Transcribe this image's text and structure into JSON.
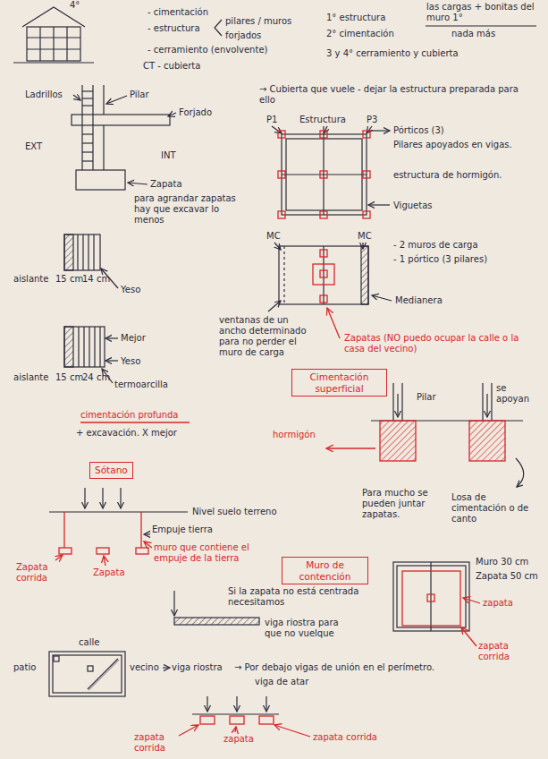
{
  "diagram": {
    "nodes": [
      {
        "text": [
          "Cimentación superficial"
        ]
      },
      {
        "text": [
          "Sótano"
        ]
      },
      {
        "text": [
          "Muro de contención"
        ]
      }
    ],
    "labels": [
      "4°",
      "- cimentación",
      "- estructura",
      "pilares / muros",
      "forjados",
      "- cerramiento (envolvente)",
      "CT - cubierta",
      "1° estructura",
      "2° cimentación",
      "las cargas + bonitas del muro 1°",
      "nada más",
      "3 y 4° cerramiento y cubierta",
      "Ladrillos",
      "Pilar",
      "Forjado",
      "EXT",
      "INT",
      "Zapata",
      "para agrandar zapatas hay que excavar lo menos",
      "aislante",
      "15 cm",
      "14 cm",
      "Yeso",
      "Mejor",
      "Yeso",
      "aislante",
      "15 cm",
      "24 cm",
      "termoarcilla",
      "→ Cubierta que vuele - dejar la estructura preparada para ello",
      "P1",
      "Estructura",
      "P3",
      "Pórticos (3)",
      "Pilares apoyados en vigas.",
      "estructura de hormigón.",
      "Viguetas",
      "MC",
      "MC",
      "- 2 muros de carga",
      "- 1 pórtico (3 pilares)",
      "Medianera",
      "ventanas de un ancho determinado para no perder el muro de carga",
      "Zapatas (NO puedo ocupar la calle o la casa del vecino)",
      "Pilar",
      "se apoyan",
      "hormigón",
      "Para mucho se pueden juntar zapatas.",
      "Losa de cimentación o de canto",
      "cimentación profunda",
      "+ excavación. X mejor",
      "Nivel suelo terreno",
      "Empuje tierra",
      "Zapata corrida",
      "Zapata",
      "muro que contiene el empuje de la tierra",
      "Si la zapata no está centrada necesitamos",
      "viga riostra para que no vuelque",
      "calle",
      "patio",
      "vecino",
      "viga riostra",
      "→ Por debajo vigas de unión en el perímetro.",
      "viga de atar",
      "Muro 30 cm",
      "Zapata 50 cm",
      "zapata",
      "zapata corrida",
      "zapata corrida",
      "zapata",
      "zapata corrida"
    ]
  }
}
